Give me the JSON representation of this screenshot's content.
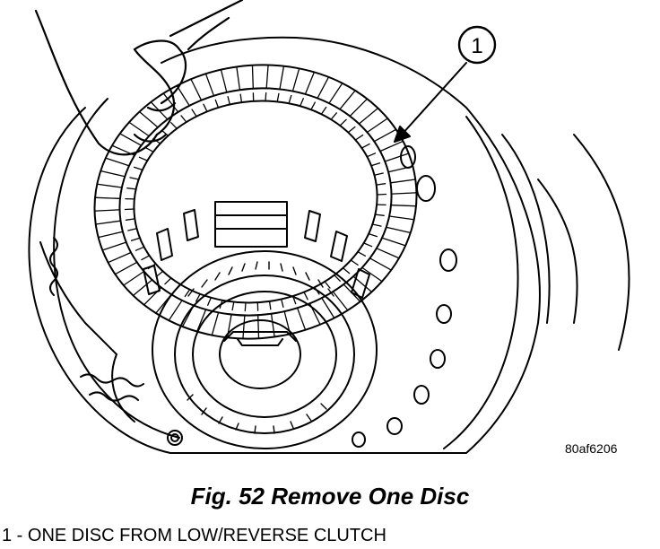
{
  "diagram": {
    "callout_number": "1",
    "image_code": "80af6206"
  },
  "caption": "Fig. 52 Remove One Disc",
  "legend": [
    "1 - ONE DISC FROM LOW/REVERSE CLUTCH"
  ]
}
